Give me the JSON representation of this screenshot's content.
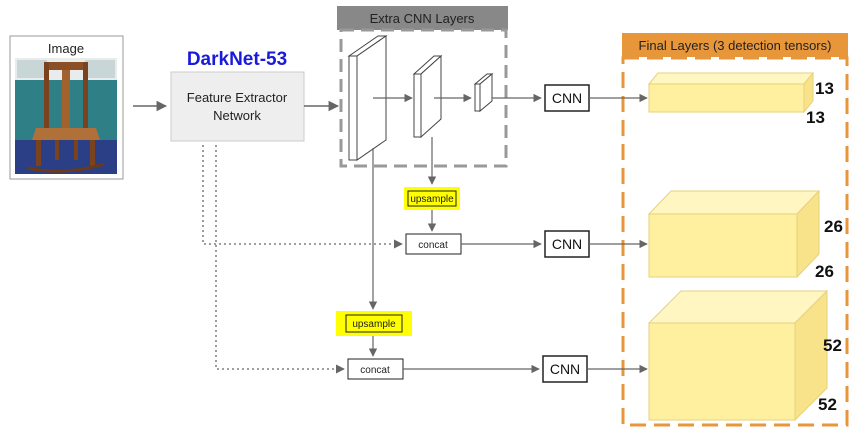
{
  "image_panel": {
    "title": "Image"
  },
  "backbone": {
    "name": "DarkNet-53",
    "line1": "Feature Extractor",
    "line2": "Network"
  },
  "extra_layers": {
    "title": "Extra CNN Layers"
  },
  "final_layers": {
    "title": "Final Layers (3 detection tensors)"
  },
  "ops": {
    "upsample": "upsample",
    "concat": "concat",
    "cnn": "CNN"
  },
  "tensors": [
    {
      "dim_a": "13",
      "dim_b": "13"
    },
    {
      "dim_a": "26",
      "dim_b": "26"
    },
    {
      "dim_a": "52",
      "dim_b": "52"
    }
  ],
  "colors": {
    "orange": "#e8963a",
    "highlight": "#ffff00",
    "tensor_front": "#fff0a0",
    "tensor_top": "#fff6c2",
    "tensor_side": "#f8e38a",
    "box_fill": "#eeeeee",
    "darknet_blue": "#1a1adb",
    "arrow": "#666666"
  }
}
